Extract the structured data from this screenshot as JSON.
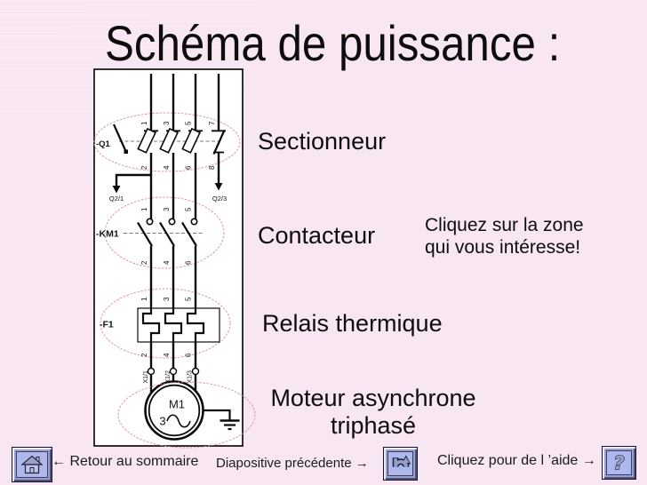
{
  "title": "Schéma de puissance :",
  "hint": {
    "line1": "Cliquez sur la zone",
    "line2": "qui vous intéresse!"
  },
  "labels": {
    "sectionneur": "Sectionneur",
    "contacteur": "Contacteur",
    "relais_thermique": "Relais thermique",
    "moteur_line1": "Moteur asynchrone",
    "moteur_line2": "triphasé"
  },
  "diagram": {
    "device_q1": "-Q1",
    "device_km1": "-KM1",
    "device_f1": "-F1",
    "motor_name": "M1",
    "motor_phases": "3",
    "branch_left": "Q2/1",
    "branch_right": "Q2/3",
    "pins": {
      "q1_top": [
        "1",
        "3",
        "5",
        "7"
      ],
      "q1_bottom": [
        "2",
        "4",
        "6",
        "8"
      ],
      "km_top": [
        "1",
        "3",
        "5"
      ],
      "km_bottom": [
        "2",
        "4",
        "6"
      ],
      "f1_top": [
        "1",
        "3",
        "5"
      ],
      "f1_bottom": [
        "2",
        "4",
        "6"
      ],
      "x_terminals": [
        "X1/1",
        "X1/2",
        "X1/3"
      ]
    }
  },
  "footer": {
    "home_label": "← Retour au sommaire",
    "prev_label": "Diapositive précédente →",
    "help_label": "Cliquez pour de l ’aide →",
    "help_icon": "?"
  },
  "colors": {
    "bg_blue": "#6090e8",
    "bg_pink": "#f8e7f2",
    "zone_ellipse": "#d98f8f",
    "button_face": "#aeb8ec",
    "ink": "#101010"
  }
}
